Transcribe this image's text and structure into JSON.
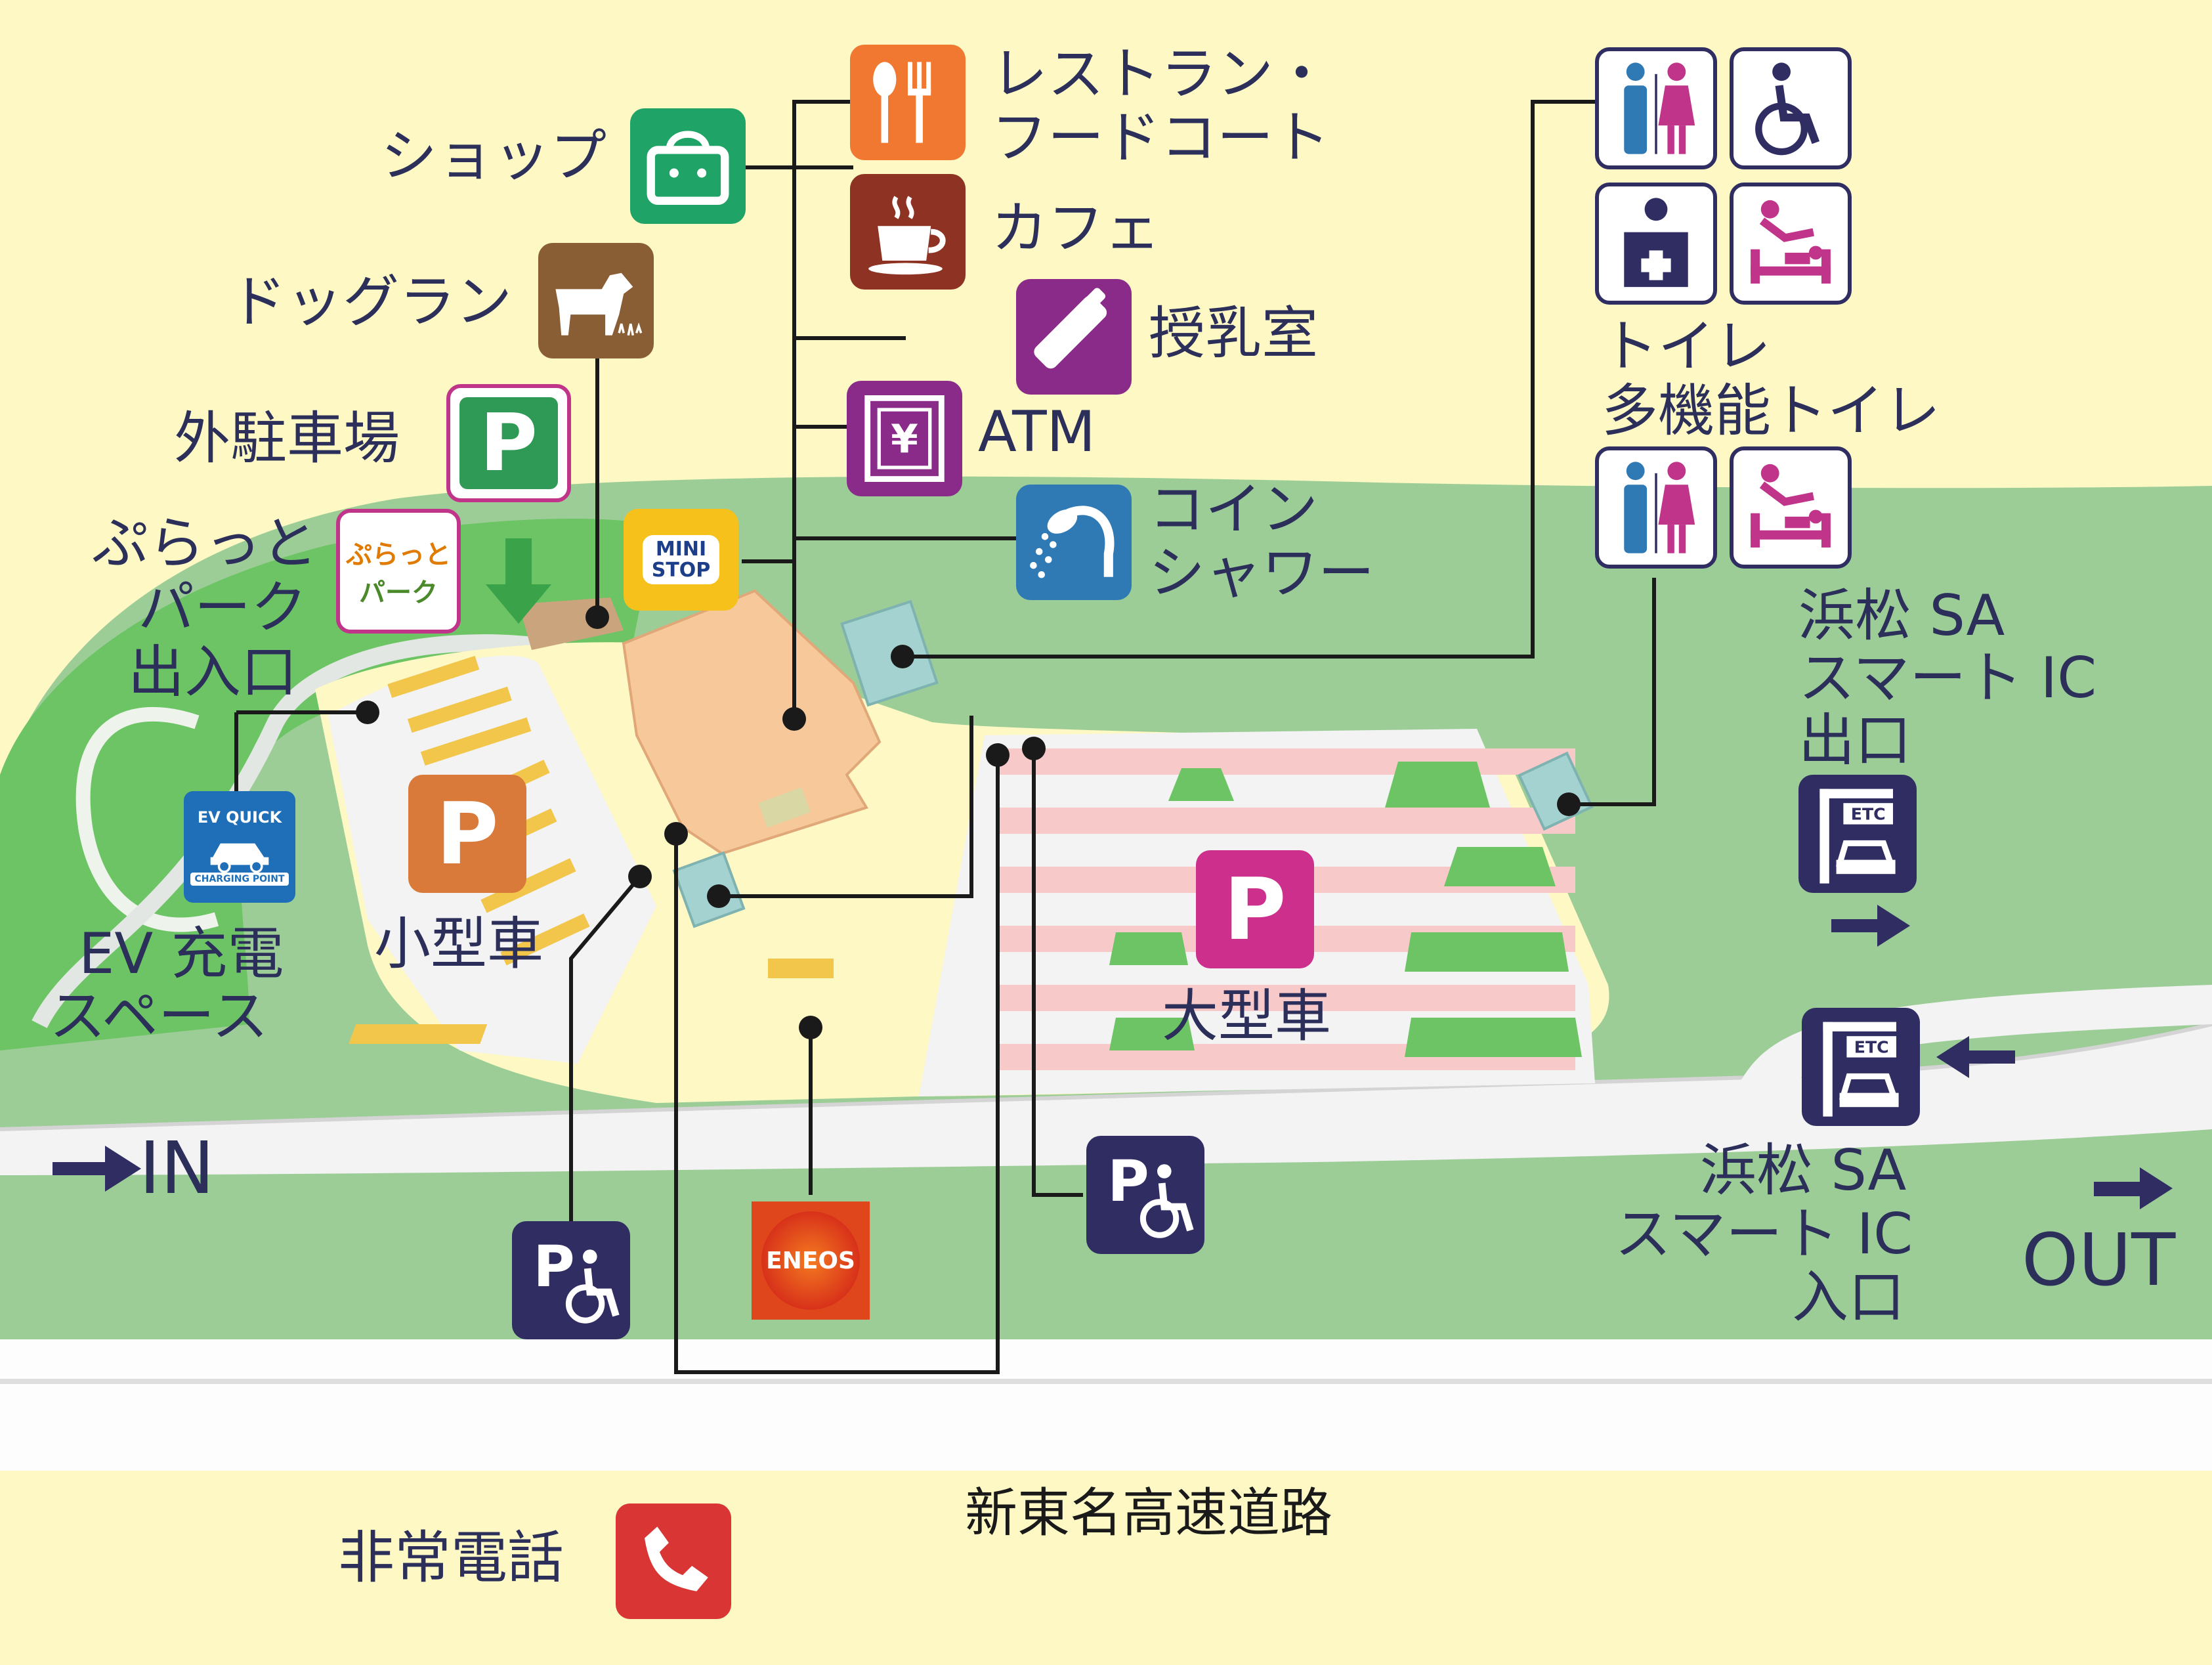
{
  "facilities": {
    "shop": "ショップ",
    "restaurant_line1": "レストラン・",
    "restaurant_line2": "フードコート",
    "cafe": "カフェ",
    "nursing_room": "授乳室",
    "atm": "ATM",
    "coin_shower_line1": "コイン",
    "coin_shower_line2": "シャワー",
    "dog_run": "ドッグラン",
    "outer_parking": "外駐車場",
    "plattopark_line1": "ぷらっと",
    "plattopark_line2": "パーク",
    "plattopark_line3": "出入口",
    "plattopark_logo_line1": "ぷらっと",
    "plattopark_logo_line2": "パーク",
    "ministop_line1": "MINI",
    "ministop_line2": "STOP",
    "toilet_line1": "トイレ",
    "toilet_line2": "多機能トイレ"
  },
  "parking": {
    "symbol": "P",
    "small_car": "小型車",
    "large_car": "大型車"
  },
  "ev": {
    "badge_top": "EV QUICK",
    "badge_bottom": "CHARGING POINT",
    "label_line1": "EV 充電",
    "label_line2": "スペース"
  },
  "smart_ic": {
    "exit_line1": "浜松 SA",
    "exit_line2": "スマート IC",
    "exit_line3": "出口",
    "entrance_line1": "浜松 SA",
    "entrance_line2": "スマート IC",
    "entrance_line3": "入口",
    "etc_label": "ETC"
  },
  "road": {
    "in_label": "IN",
    "out_label": "OUT",
    "highway_name": "新東名高速道路"
  },
  "emergency": {
    "phone": "非常電話"
  },
  "fuel": {
    "brand": "ENEOS"
  },
  "colors": {
    "background": "#fdf8c4",
    "green_area": "#9dcd97",
    "bright_green": "#6cc465",
    "road": "#f3f3f3",
    "building": "#f7c99a",
    "navy": "#2f2d62",
    "magenta": "#c0348a",
    "purple": "#8a2b8a",
    "orange": "#f07830",
    "brown_dark": "#8e3323",
    "brown_dog": "#8a5e34",
    "shop_green": "#1fa366",
    "shower_blue": "#2f7ab5",
    "parking_green": "#2f9a55",
    "parking_orange": "#d9793a",
    "parking_magenta": "#cc2f8c",
    "phone_red": "#d93535",
    "eneos_red": "#e0461c"
  },
  "icons": {
    "shop": "shopping-bag-icon",
    "restaurant": "fork-spoon-icon",
    "cafe": "coffee-cup-icon",
    "nursing": "baby-bottle-icon",
    "atm": "yen-atm-icon",
    "shower": "shower-head-icon",
    "dog": "dog-icon",
    "toilet": "restroom-icon",
    "wheelchair": "wheelchair-icon",
    "first_aid": "first-aid-icon",
    "baby_changing": "baby-changing-icon",
    "ev_charger": "ev-car-icon",
    "etc_gate": "etc-gate-icon",
    "disabled_parking": "disabled-parking-icon",
    "emergency_phone": "emergency-phone-icon",
    "arrow": "arrow-right-icon"
  }
}
